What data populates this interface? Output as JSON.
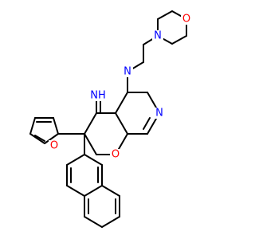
{
  "molecule": {
    "colors": {
      "bond": "#000000",
      "oxygen": "#ff0000",
      "nitrogen": "#0000ff"
    },
    "atoms": {
      "furan_o": "O",
      "imine_nh": "NH",
      "ring_n_top": "N",
      "ring_n_right": "N",
      "pyran_o": "O",
      "morpholine_n": "N",
      "morpholine_o": "O"
    }
  }
}
